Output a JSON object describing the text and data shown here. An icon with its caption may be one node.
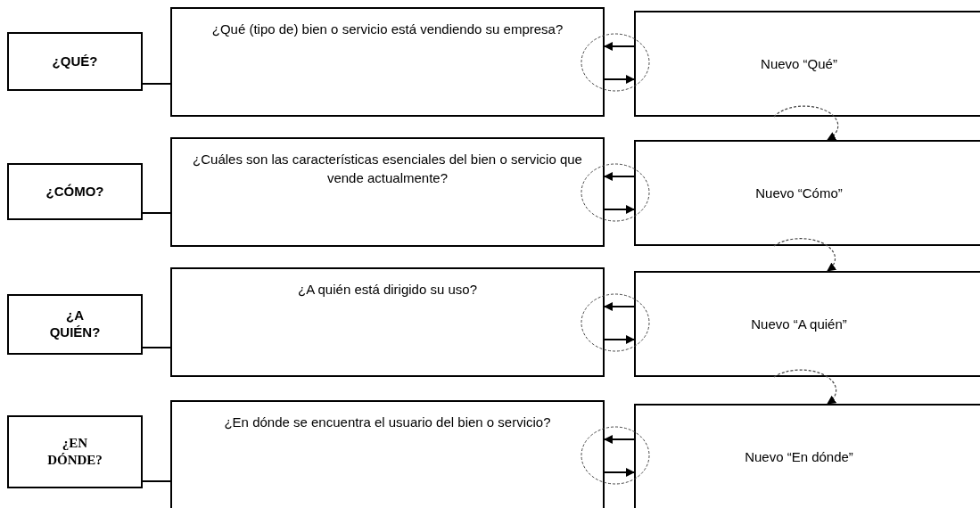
{
  "diagram": {
    "nodes": [
      {
        "text": [
          "¿QUÉ?"
        ]
      },
      {
        "text": [
          "¿Qué (tipo de) bien o servicio está vendiendo su empresa?"
        ]
      },
      {
        "text": [
          "Nuevo “Qué”"
        ]
      },
      {
        "text": [
          "¿CÓMO?"
        ]
      },
      {
        "text": [
          "¿Cuáles son las características esenciales del bien o servicio que vende actualmente?"
        ]
      },
      {
        "text": [
          "Nuevo “Cómo”"
        ]
      },
      {
        "text": [
          "¿A QUIÉN?"
        ]
      },
      {
        "text": [
          "¿A quién está dirigido su uso?"
        ]
      },
      {
        "text": [
          "Nuevo “A quién”"
        ]
      },
      {
        "text": [
          "¿EN DÓNDE?"
        ]
      },
      {
        "text": [
          "¿En dónde se encuentra el usuario del bien o servicio?"
        ]
      },
      {
        "text": [
          "Nuevo “En dónde”"
        ]
      }
    ],
    "edges": [
      {
        "from": 0,
        "to": 1,
        "arrow": "none"
      },
      {
        "from": 2,
        "to": 1,
        "arrow": "to"
      },
      {
        "from": 1,
        "to": 2,
        "arrow": "to"
      },
      {
        "from": 3,
        "to": 4,
        "arrow": "none"
      },
      {
        "from": 5,
        "to": 4,
        "arrow": "to"
      },
      {
        "from": 4,
        "to": 5,
        "arrow": "to"
      },
      {
        "from": 6,
        "to": 7,
        "arrow": "none"
      },
      {
        "from": 8,
        "to": 7,
        "arrow": "to"
      },
      {
        "from": 7,
        "to": 8,
        "arrow": "to"
      },
      {
        "from": 9,
        "to": 10,
        "arrow": "none"
      },
      {
        "from": 11,
        "to": 10,
        "arrow": "to"
      },
      {
        "from": 10,
        "to": 11,
        "arrow": "to"
      },
      {
        "from": 2,
        "to": 5,
        "arrow": "to",
        "style": "dashed"
      },
      {
        "from": 5,
        "to": 8,
        "arrow": "to",
        "style": "dashed"
      },
      {
        "from": 8,
        "to": 11,
        "arrow": "to",
        "style": "dashed"
      }
    ]
  }
}
